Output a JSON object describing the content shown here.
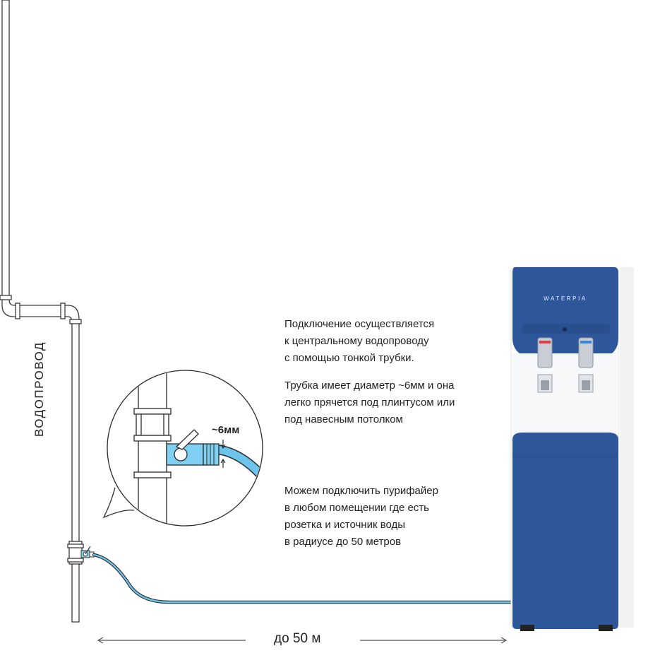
{
  "pipe_label": "ВОДОПРОВОД",
  "tube_diameter_label": "~6мм",
  "distance_label": "до 50 м",
  "brand_name": "WATERPIA",
  "text_block_1": {
    "lines": [
      "Подключение осуществляется",
      "к центральному водопроводу",
      "с помощью тонкой трубки."
    ]
  },
  "text_block_2": {
    "lines": [
      "Трубка имеет диаметр ~6мм и она",
      "легко прячется под плинтусом или",
      "под навесным потолком"
    ]
  },
  "text_block_3": {
    "lines": [
      "Можем подключить пурифайер",
      "в любом помещении где есть",
      "розетка и источник воды",
      "в радиусе до 50 метров"
    ]
  },
  "colors": {
    "purifier_blue": "#2e579b",
    "tube_blue": "#6cc4ec",
    "valve_blue": "#7fd0f2",
    "line_dark": "#333333"
  }
}
